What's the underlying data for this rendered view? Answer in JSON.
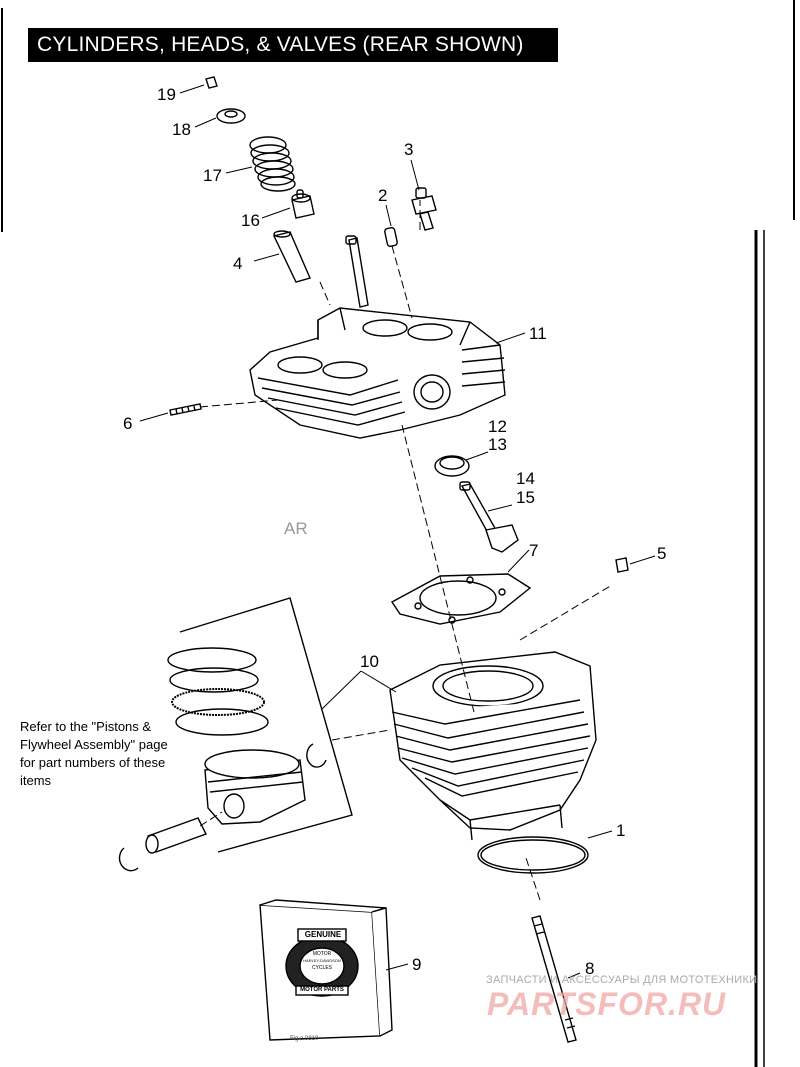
{
  "title": "CYLINDERS, HEADS, & VALVES (REAR SHOWN)",
  "note": "Refer to the \"Pistons & Flywheel Assembly\" page for part numbers of these items",
  "view_label": "AR",
  "callouts": {
    "c1": "1",
    "c2": "2",
    "c3": "3",
    "c4": "4",
    "c5": "5",
    "c6": "6",
    "c7": "7",
    "c8": "8",
    "c9": "9",
    "c10": "10",
    "c11": "11",
    "c12": "12",
    "c13": "13",
    "c14": "14",
    "c15": "15",
    "c16": "16",
    "c17": "17",
    "c18": "18",
    "c19": "19"
  },
  "box_label": {
    "genuine": "GENUINE",
    "motor": "MOTOR",
    "hd": "HARLEY-DAVIDSON",
    "cycles": "CYCLES",
    "motor_parts": "MOTOR PARTS"
  },
  "watermark": {
    "tagline": "ЗАПЧАСТИ И АКСЕССУАРЫ ДЛЯ МОТОТЕХНИКИ",
    "site": "PARTSFOR.RU"
  },
  "figure_id": "Fig o 0810"
}
